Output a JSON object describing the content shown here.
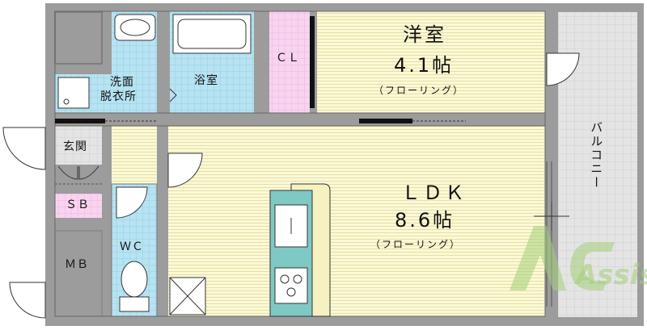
{
  "rooms": {
    "western": {
      "name": "洋室",
      "size": "4.1帖",
      "floor": "（フローリング）"
    },
    "ldk": {
      "name": "ＬＤＫ",
      "size": "8.6帖",
      "floor": "（フローリング）"
    },
    "closet": "ＣＬ",
    "washroom_line1": "洗面",
    "washroom_line2": "脱衣所",
    "bath": "浴室",
    "entrance": "玄関",
    "shoe_box": "ＳＢ",
    "toilet": "ＷＣ",
    "meter_box": "ＭＢ",
    "balcony": "バルコニー"
  },
  "watermark": "Assist",
  "colors": {
    "room_yellow": "#FBF9D6",
    "wet_blue": "#B7E3F2",
    "storage_pink": "#F9D3F0",
    "balcony_grey": "#E4E4E4",
    "wall_grey": "#9C9C9C",
    "kitchen_teal": "#7FC9C4",
    "watermark_green": "#A5D07A"
  }
}
